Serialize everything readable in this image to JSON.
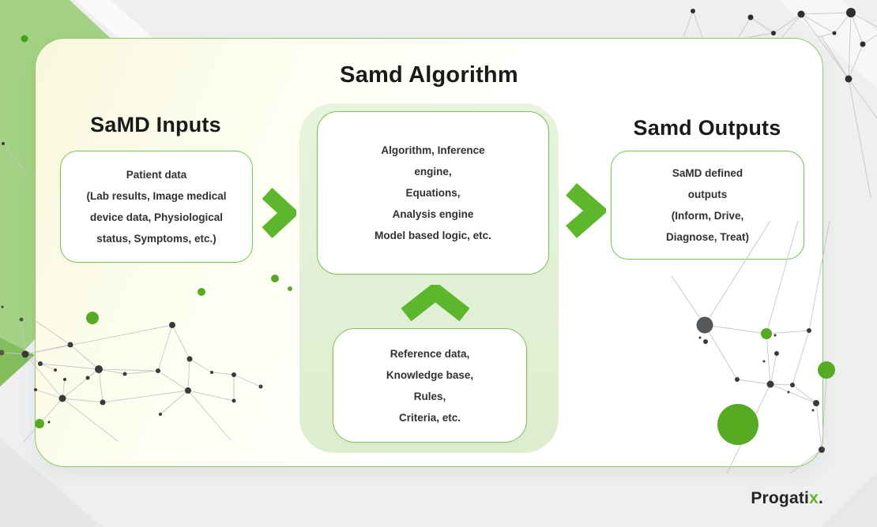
{
  "colors": {
    "accent": "#5cb72d",
    "box_border": "#7cc24e",
    "card_border": "#8cc968",
    "panel_green": "#e2f1d6",
    "bg_green": "#a3d284",
    "heading": "#181b18",
    "body_text": "#2f332f",
    "dot_green": "#56ab22",
    "node_dark": "#3a3a3a"
  },
  "header": {
    "title": "Samd Algorithm"
  },
  "inputs": {
    "heading": "SaMD Inputs",
    "lines": [
      "Patient data",
      "(Lab results, Image medical",
      "device data, Physiological",
      "status, Symptoms, etc.)"
    ]
  },
  "algorithm": {
    "lines": [
      "Algorithm, Inference",
      "engine,",
      "Equations,",
      "Analysis engine",
      "Model based logic, etc."
    ]
  },
  "knowledge": {
    "lines": [
      "Reference data,",
      "Knowledge base,",
      "Rules,",
      "Criteria, etc."
    ]
  },
  "outputs": {
    "heading": "Samd Outputs",
    "lines": [
      "SaMD defined",
      "outputs",
      "(Inform, Drive,",
      "Diagnose, Treat)"
    ]
  },
  "brand": {
    "name_prefix": "Progati",
    "name_accent": "x",
    "name_suffix": "."
  },
  "icons": {
    "arrow_input_to_algorithm": "chevron-right-icon",
    "arrow_algorithm_to_output": "chevron-right-icon",
    "arrow_knowledge_to_algorithm": "chevron-up-icon"
  }
}
